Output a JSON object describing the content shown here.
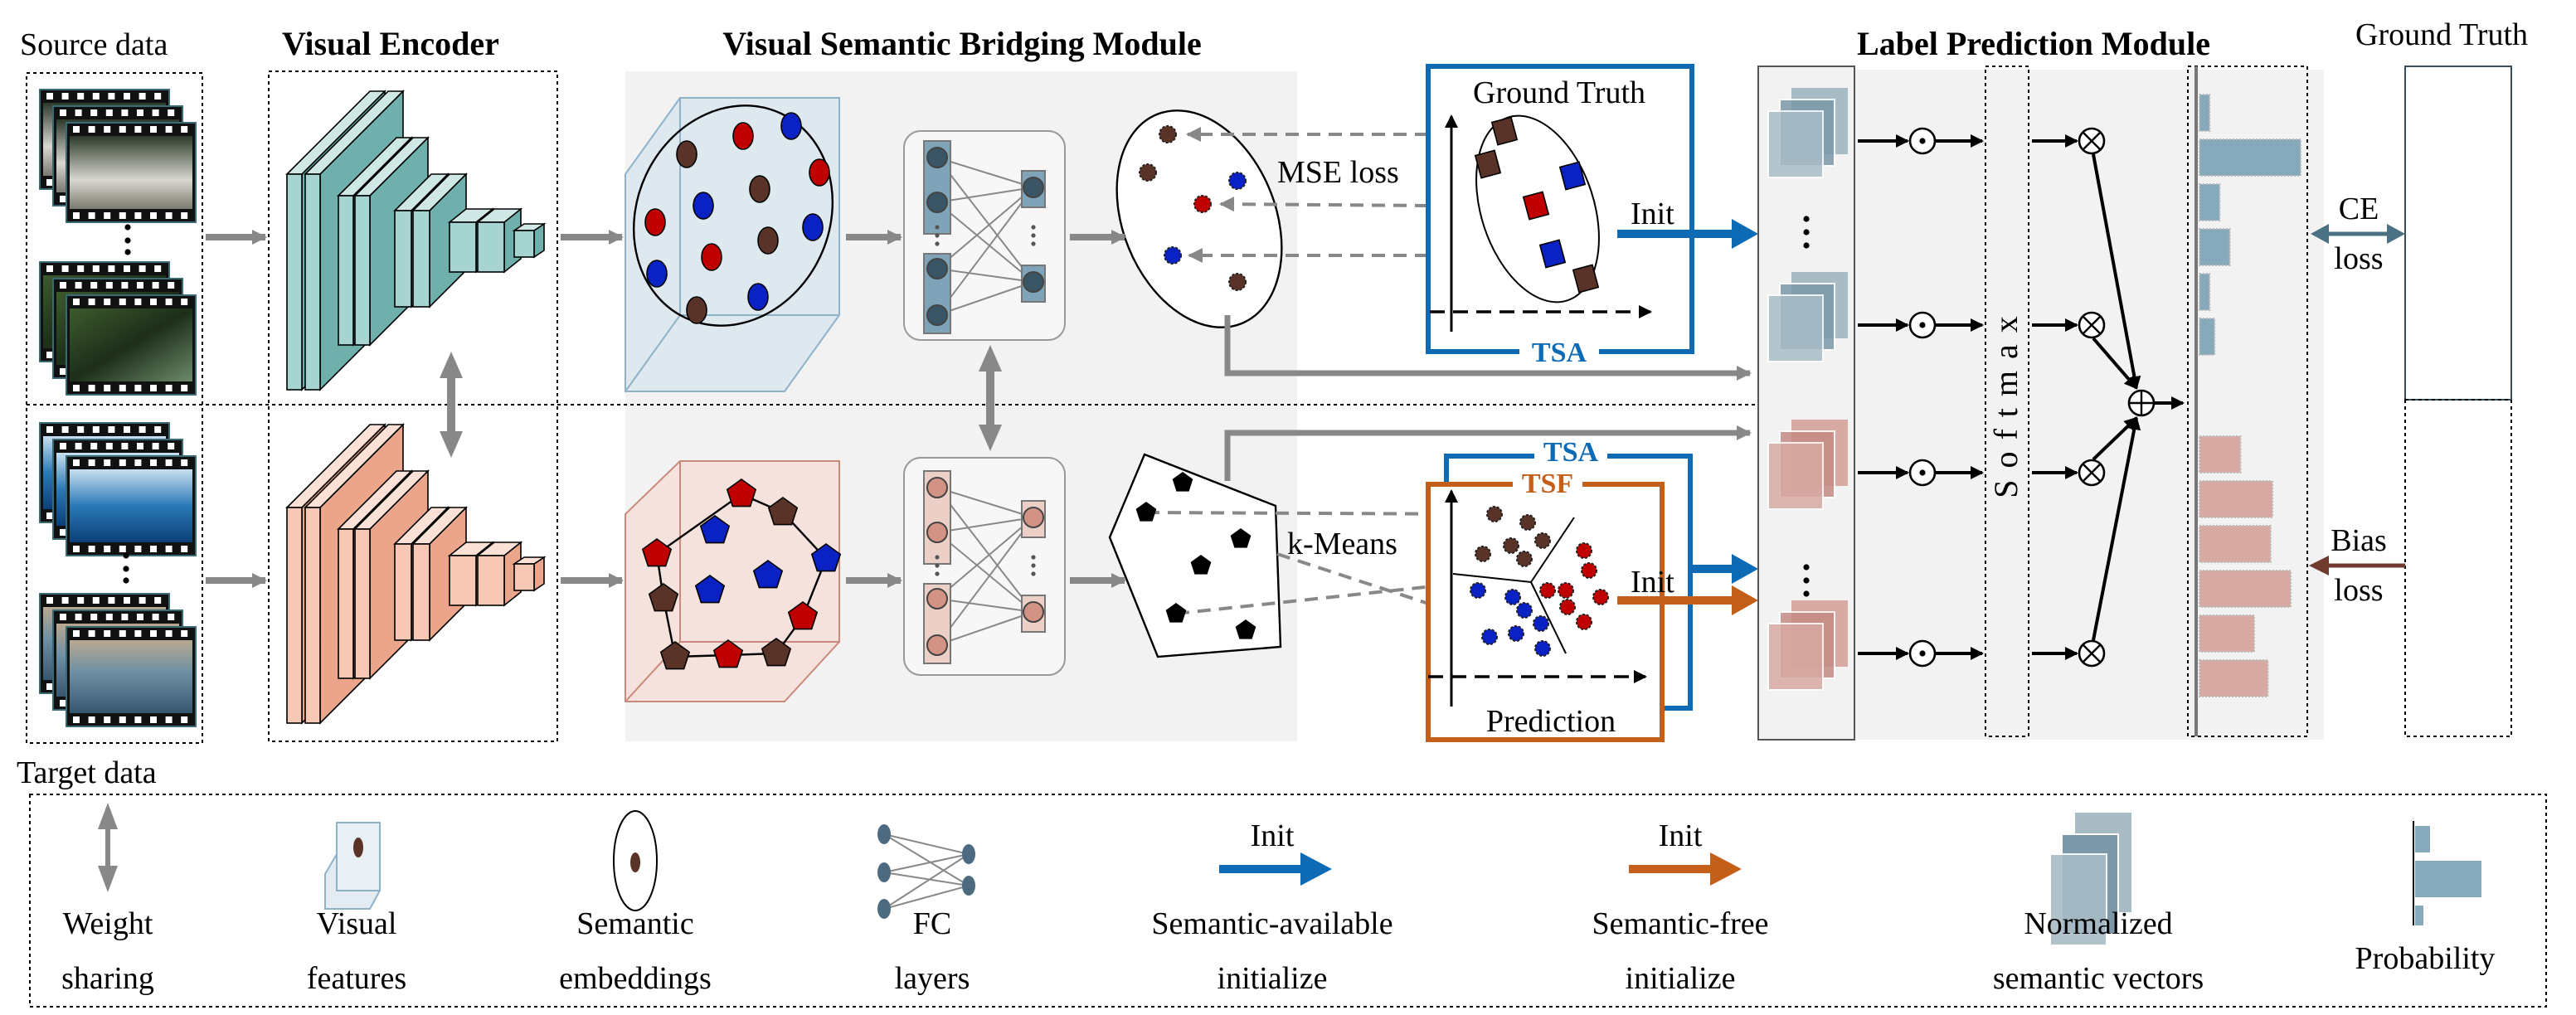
{
  "headers": {
    "source_data": "Source data",
    "target_data": "Target data",
    "visual_encoder": "Visual Encoder",
    "bridging_module": "Visual Semantic Bridging Module",
    "label_prediction_module": "Label Prediction Module",
    "ground_truth": "Ground Truth"
  },
  "bridging": {
    "mse_loss": "MSE loss",
    "k_means": "k-Means",
    "gt_panel_title": "Ground Truth",
    "gt_panel_tag": "TSA",
    "init_top": "Init",
    "init_bottom": "Init",
    "pred_panel_tag_tsa": "TSA",
    "pred_panel_tag_tsf": "TSF",
    "pred_panel_title": "Prediction"
  },
  "label_prediction": {
    "softmax": "Softmax",
    "ce_loss_line1": "CE",
    "ce_loss_line2": "loss",
    "bias_loss_line1": "Bias",
    "bias_loss_line2": "loss",
    "source_probabilities": [
      0.1,
      1.0,
      0.2,
      0.3,
      0.1,
      0.15
    ],
    "target_probabilities": [
      0.45,
      0.8,
      0.78,
      1.0,
      0.6,
      0.75
    ],
    "ground_truth_probabilities": [
      0,
      1,
      0,
      0,
      0,
      0
    ]
  },
  "legend": {
    "weight_sharing": [
      "Weight",
      "sharing"
    ],
    "visual_features": [
      "Visual",
      "features"
    ],
    "semantic_embeddings": [
      "Semantic",
      "embeddings"
    ],
    "fc_layers": [
      "FC",
      "layers"
    ],
    "semantic_available": {
      "arrow_label": "Init",
      "text": [
        "Semantic-available",
        "initialize"
      ]
    },
    "semantic_free": {
      "arrow_label": "Init",
      "text": [
        "Semantic-free",
        "initialize"
      ]
    },
    "normalized_vectors": [
      "Normalized",
      "semantic vectors"
    ],
    "probability": "Probability"
  },
  "colors": {
    "source_teal": "#6fb0ad",
    "target_peach": "#eaa58a",
    "tsa_blue": "#0d6bb5",
    "tsf_orange": "#c45f1a",
    "point_red": "#c00000",
    "point_blue": "#0a22c4",
    "point_brown": "#5a3328",
    "prob_blue": "#87a9bc",
    "prob_red": "#d7aaa3",
    "module_bg": "#f2f2f2"
  }
}
